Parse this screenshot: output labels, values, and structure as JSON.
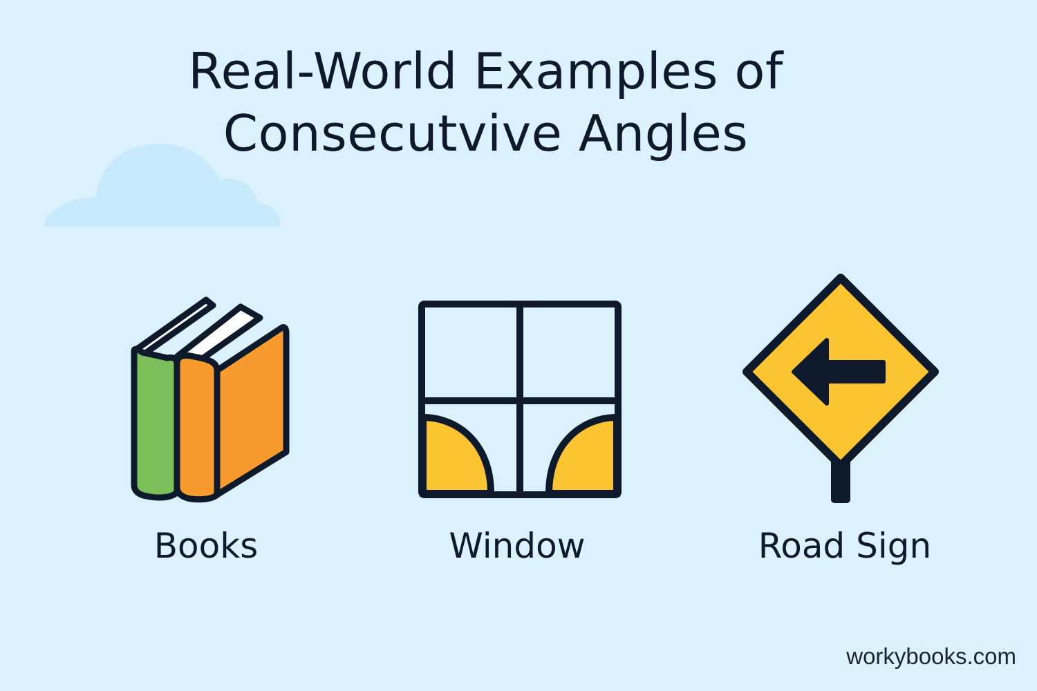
{
  "title": {
    "line1": "Real-World Examples of",
    "line2": "Consecutvive Angles"
  },
  "items": [
    {
      "label": "Books",
      "icon": "books-icon"
    },
    {
      "label": "Window",
      "icon": "window-icon"
    },
    {
      "label": "Road Sign",
      "icon": "road-sign-icon"
    }
  ],
  "footer": {
    "site": "workybooks.com"
  },
  "colors": {
    "background": "#dbf2fd",
    "cloud": "#c6e9fb",
    "outline": "#0e1a2b",
    "book_green": "#7abf5a",
    "book_orange": "#f89b2e",
    "accent_yellow": "#fbc531"
  }
}
